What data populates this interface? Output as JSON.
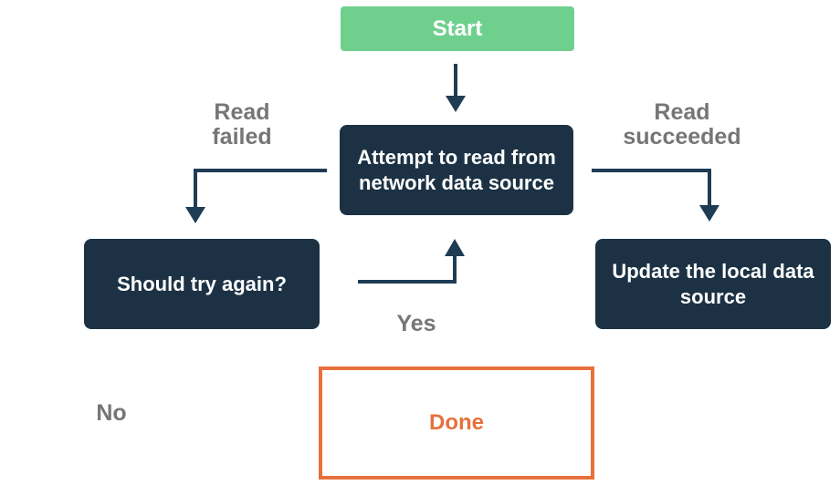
{
  "diagram": {
    "type": "flowchart",
    "nodes": {
      "start": {
        "label": "Start"
      },
      "attempt_read": {
        "label": "Attempt to read from\nnetwork data source"
      },
      "should_try_again": {
        "label": "Should try again?"
      },
      "update_local": {
        "label": "Update the local data\nsource"
      },
      "done": {
        "label": "Done"
      }
    },
    "edge_labels": {
      "read_failed": "Read\nfailed",
      "read_succeeded": "Read\nsucceeded",
      "yes": "Yes",
      "no": "No"
    },
    "edges": [
      {
        "from": "start",
        "to": "attempt_read",
        "label": ""
      },
      {
        "from": "attempt_read",
        "to": "should_try_again",
        "label": "Read failed"
      },
      {
        "from": "attempt_read",
        "to": "update_local",
        "label": "Read succeeded"
      },
      {
        "from": "should_try_again",
        "to": "attempt_read",
        "label": "Yes"
      },
      {
        "from": "should_try_again",
        "to": "done",
        "label": "No"
      }
    ]
  },
  "colors": {
    "background": "#FFFFFF",
    "node_fill": "#1C3244",
    "node_text": "#FFFFFF",
    "start_fill": "#6FD08E",
    "arrow": "#1F3C55",
    "edge_label_gray": "#767676",
    "done_orange": "#E7703C"
  }
}
